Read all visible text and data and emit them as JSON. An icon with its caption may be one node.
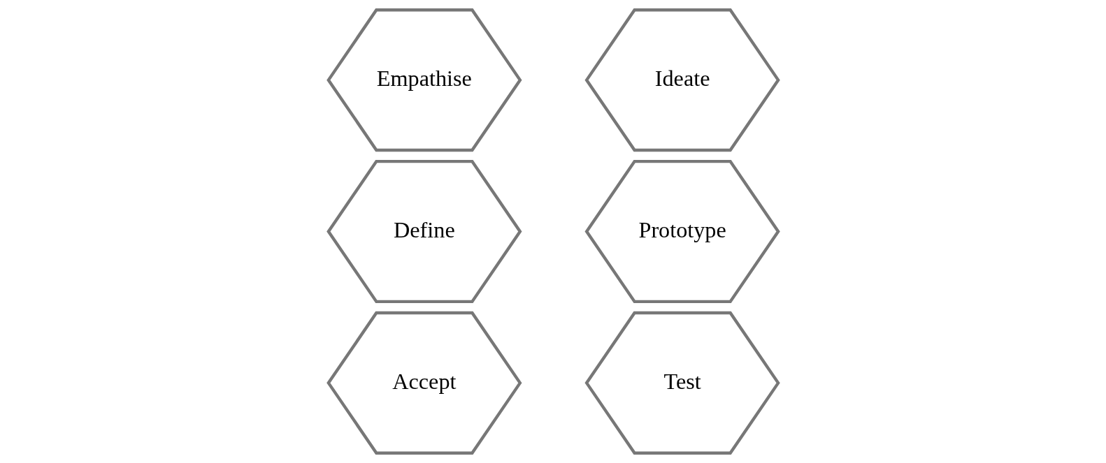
{
  "diagram": {
    "nodes": [
      {
        "text": [
          "Empathise"
        ]
      },
      {
        "text": [
          "Define"
        ]
      },
      {
        "text": [
          "Ideate"
        ]
      },
      {
        "text": [
          "Prototype"
        ]
      },
      {
        "text": [
          "Accept"
        ]
      },
      {
        "text": [
          "Test"
        ]
      }
    ]
  }
}
